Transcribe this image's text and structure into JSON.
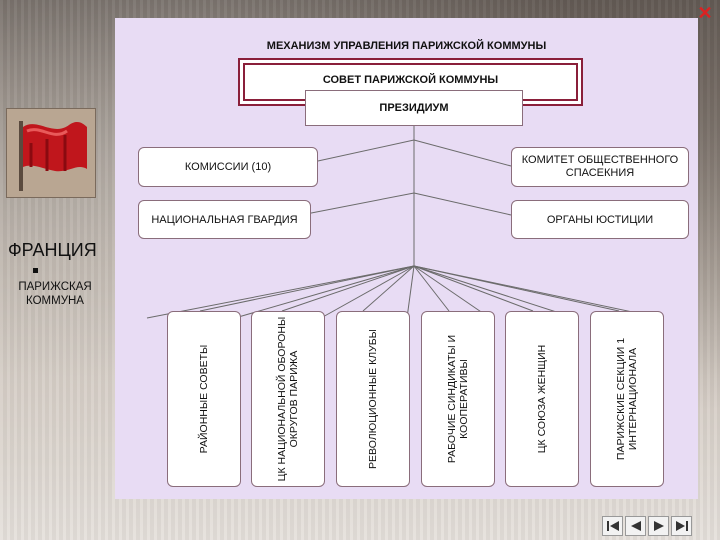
{
  "diagram": {
    "title": "МЕХАНИЗМ УПРАВЛЕНИЯ ПАРИЖСКОЙ КОММУНЫ",
    "council": "СОВЕТ ПАРИЖСКОЙ КОММУНЫ",
    "presidium": "ПРЕЗИДИУМ",
    "left_bodies": [
      "КОМИССИИ (10)",
      "НАЦИОНАЛЬНАЯ ГВАРДИЯ"
    ],
    "right_bodies": [
      "КОМИТЕТ ОБЩЕСТВЕННОГО СПАСЕКНИЯ",
      "ОРГАНЫ ЮСТИЦИИ"
    ],
    "organizations": [
      "РАЙОННЫЕ СОВЕТЫ",
      "ЦК НАЦИОНАЛЬНОЙ ОБОРОНЫ ОКРУГОВ ПАРИЖА",
      "РЕВОЛЮЦИОННЫЕ КЛУБЫ",
      "РАБОЧИЕ СИНДИКАТЫ И КООПЕРАТИВЫ",
      "ЦК СОЮЗА ЖЕНЩИН",
      "ПАРИЖСКИЕ СЕКЦИИ 1 ИНТЕРНАЦИОНАЛА"
    ]
  },
  "sidebar": {
    "title": "ФРАНЦИЯ",
    "subtitle": "ПАРИЖСКАЯ КОММУНА"
  },
  "colors": {
    "panel": "#e8dcf4",
    "council_border": "#8a1f3a",
    "flag": "#c0161c",
    "close": "#dd2222"
  },
  "icons": {
    "close": "close-icon",
    "flag": "red-flag-icon",
    "nav": [
      "first-slide-icon",
      "previous-slide-icon",
      "next-slide-icon",
      "last-slide-icon"
    ]
  }
}
